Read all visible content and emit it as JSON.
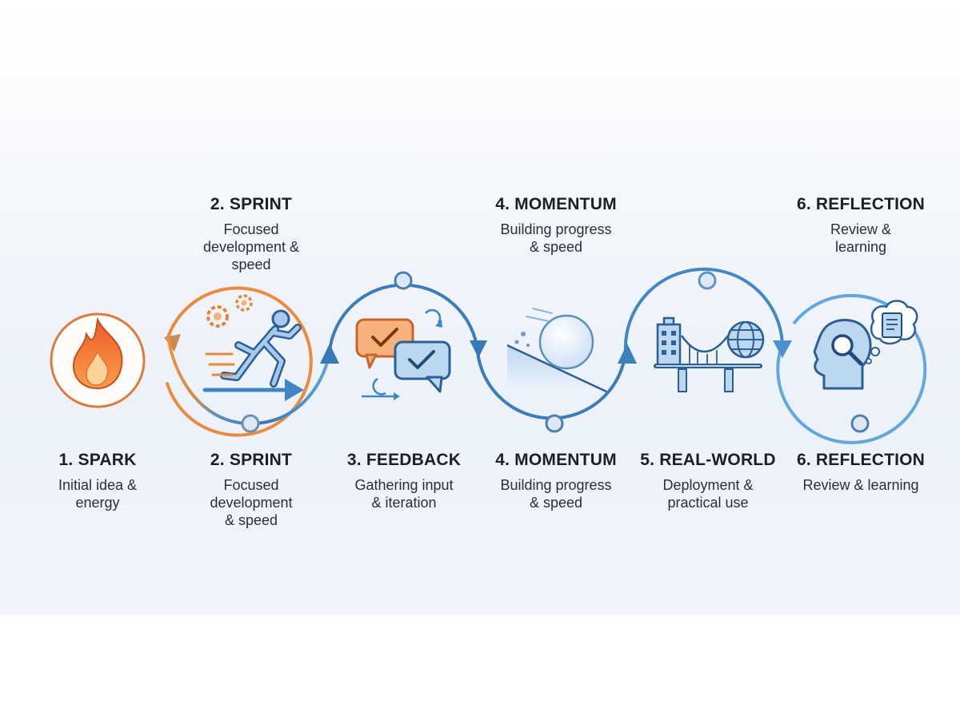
{
  "top_labels": [
    {
      "title": "2. SPRINT",
      "desc": "Focused\ndevelopment &\nspeed"
    },
    {
      "title": "4. MOMENTUM",
      "desc": "Building progress\n& speed"
    },
    {
      "title": "6. REFLECTION",
      "desc": "Review &\nlearning"
    }
  ],
  "bottom_labels": [
    {
      "title": "1. SPARK",
      "desc": "Initial idea &\nenergy"
    },
    {
      "title": "2. SPRINT",
      "desc": "Focused\ndevelopment\n& speed"
    },
    {
      "title": "3. FEEDBACK",
      "desc": "Gathering input\n& iteration"
    },
    {
      "title": "4. MOMENTUM",
      "desc": "Building progress\n& speed"
    },
    {
      "title": "5. REAL-WORLD",
      "desc": "Deployment &\npractical use"
    },
    {
      "title": "6. REFLECTION",
      "desc": "Review & learning"
    }
  ],
  "stages": [
    {
      "icon": "flame-icon"
    },
    {
      "icon": "runner-icon"
    },
    {
      "icon": "chat-bubbles-icon"
    },
    {
      "icon": "rolling-ball-icon"
    },
    {
      "icon": "city-bridge-globe-icon"
    },
    {
      "icon": "head-thought-icon"
    }
  ],
  "colors": {
    "orange": "#e8893a",
    "orange_light": "#f6b27a",
    "blue": "#3f86c4",
    "blue_dark": "#2c5f95",
    "blue_light": "#7fb6e4",
    "node_fill": "#cfe2f4"
  }
}
